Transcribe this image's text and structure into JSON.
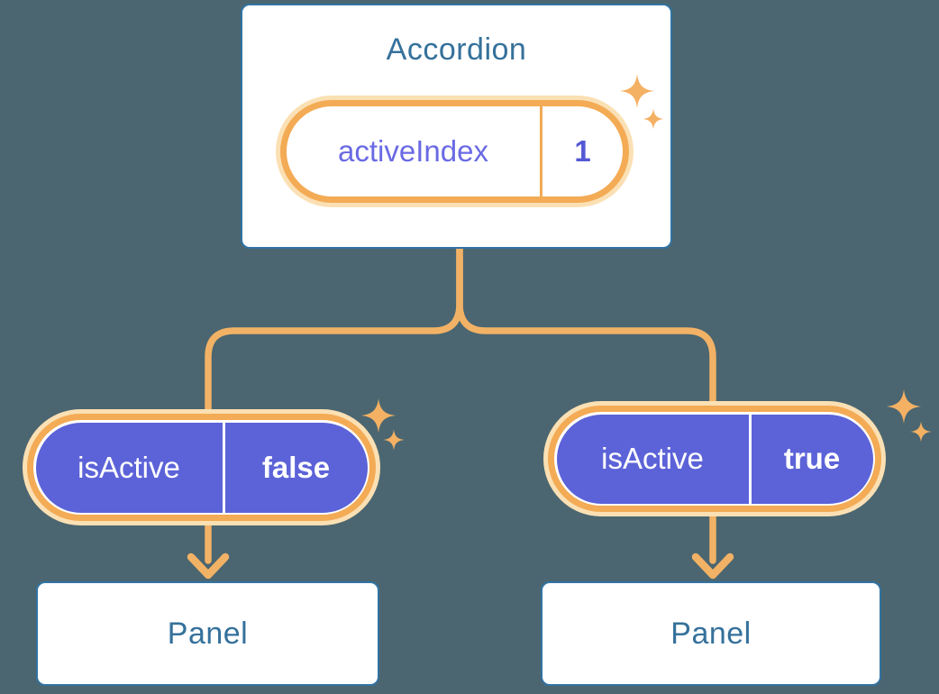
{
  "root_component": {
    "title": "Accordion",
    "state_pill": {
      "label": "activeIndex",
      "value": "1"
    }
  },
  "branches": [
    {
      "prop_pill": {
        "label": "isActive",
        "value": "false"
      },
      "panel": {
        "title": "Panel"
      }
    },
    {
      "prop_pill": {
        "label": "isActive",
        "value": "true"
      },
      "panel": {
        "title": "Panel"
      }
    }
  ],
  "icons": {
    "sparkle_large": "sparkle-icon",
    "sparkle_small": "sparkle-icon"
  },
  "colors": {
    "background": "#4B6670",
    "card_fill": "#FFFFFF",
    "card_border": "#3173A3",
    "heading_text": "#35719B",
    "connector_line": "#F2B266",
    "gold_ring": "#F3AB55",
    "cream_halo": "#FBE0B4",
    "sparkle": "#F4B164",
    "prop_pill_fill": "#5C63D8",
    "prop_pill_text": "#FFFFFF",
    "state_label_text": "#6A6AE4",
    "state_value_text": "#5458D4"
  }
}
